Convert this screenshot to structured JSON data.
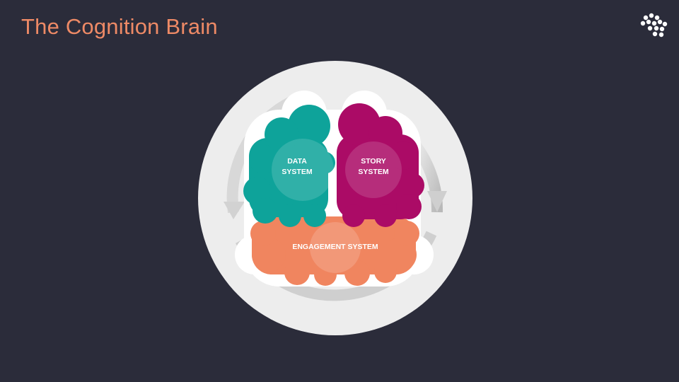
{
  "title": "The Cognition Brain",
  "colors": {
    "background": "#2b2c3a",
    "title": "#ee8a66",
    "data_system": "#0ea39a",
    "story_system": "#ab0b66",
    "engagement_system": "#f0855f",
    "disc": "#ececec"
  },
  "systems": {
    "data": {
      "line1": "DATA",
      "line2": "SYSTEM"
    },
    "story": {
      "line1": "STORY",
      "line2": "SYSTEM"
    },
    "engagement": {
      "label": "ENGAGEMENT SYSTEM"
    }
  },
  "logo_icon": "hexagon-cluster-icon"
}
